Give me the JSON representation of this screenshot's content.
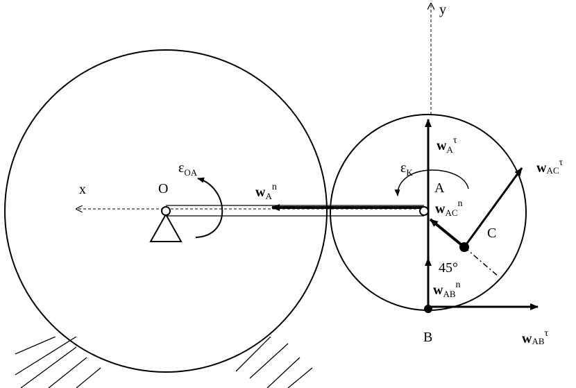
{
  "labels": {
    "x_axis": "x",
    "y_axis": "y",
    "point_O": "O",
    "point_A": "A",
    "point_B": "B",
    "point_C": "C",
    "angle": "45°",
    "eps_OA": {
      "main": "ε",
      "sub": "OA"
    },
    "eps_K": {
      "main": "ε",
      "sub": "K"
    },
    "wA_n": {
      "main": "w",
      "sub": "A",
      "sup": "n"
    },
    "wA_tau": {
      "main": "w",
      "sub": "A",
      "sup": "τ"
    },
    "wAC_n": {
      "main": "w",
      "sub": "AC",
      "sup": "n"
    },
    "wAC_tau": {
      "main": "w",
      "sub": "AC",
      "sup": "τ"
    },
    "wAB_n": {
      "main": "w",
      "sub": "AB",
      "sup": "n"
    },
    "wAB_tau": {
      "main": "w",
      "sub": "AB",
      "sup": "τ"
    }
  },
  "colors": {
    "stroke": "#000000",
    "background": "#ffffff"
  }
}
